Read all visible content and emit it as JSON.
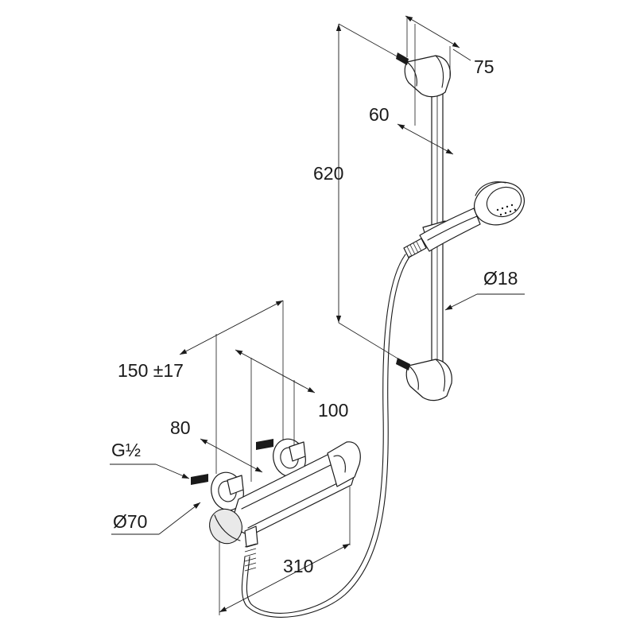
{
  "dimensions": {
    "width_75": "75",
    "depth_60": "60",
    "rail_length": "620",
    "rail_diameter": "Ø18",
    "connection_distance": "150 ±17",
    "projection_100": "100",
    "rosette_offset": "80",
    "thread": "G½",
    "rosette_diameter": "Ø70",
    "mixer_length": "310"
  }
}
